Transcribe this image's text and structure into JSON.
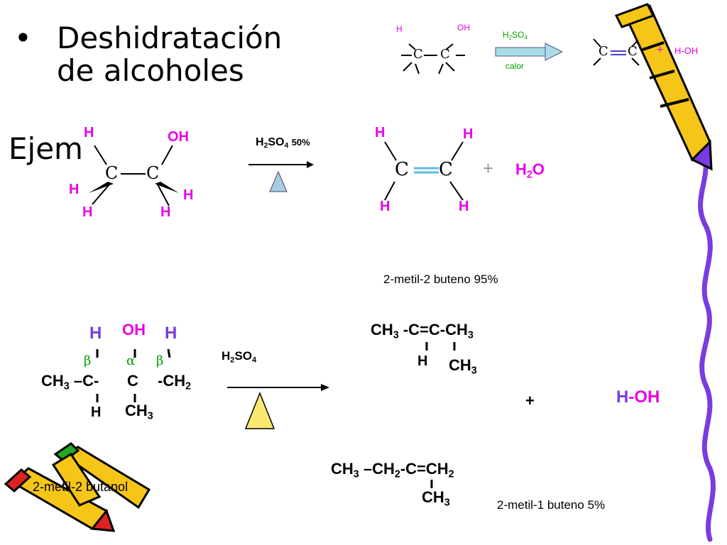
{
  "slide": {
    "bullet": "•",
    "title_line1": "Deshidratación",
    "title_line2": "de alcoholes",
    "ejemplo_partial": "Ejem"
  },
  "general_reaction": {
    "reactant_H": "H",
    "reactant_OH": "OH",
    "atom_C": "C",
    "reagent_prefix": "H",
    "reagent_sub1": "2",
    "reagent_mid": "SO",
    "reagent_sub2": "4",
    "condition": "calor",
    "plus": "+",
    "byproduct": "H-OH"
  },
  "ethanol_reaction": {
    "H": "H",
    "OH": "OH",
    "atom_C": "C",
    "reagent_H": "H",
    "reagent_sub2": "2",
    "reagent_SO": "SO",
    "reagent_sub4": "4",
    "reagent_conc": "50%",
    "plus": "+",
    "water_H": "H",
    "water_sub": "2",
    "water_O": "O"
  },
  "butanol_reaction": {
    "H_beta_left": "H",
    "OH_alpha": "OH",
    "H_beta_right": "H",
    "beta": "β",
    "alpha": "α",
    "chain_ch": "CH",
    "chain_sub3": "3",
    "chain_dash_c": "–C-",
    "chain_c": "C",
    "chain_ch2": "-CH",
    "chain_sub2": "2",
    "bottom_H": "H",
    "methyl_ch": "CH",
    "methyl_sub": "3",
    "reagent_H": "H",
    "reagent_sub2": "2",
    "reagent_SO": "SO",
    "reagent_sub4": "4",
    "reactant_name": "2-metil-2 butanol"
  },
  "products": {
    "major_name": "2-metil-2 buteno  95%",
    "major_ch3_a": "CH",
    "major_sub_a": "3",
    "major_mid": " -C=C-CH",
    "major_sub_b": "3",
    "major_H": "H",
    "major_methyl": "CH",
    "major_methyl_sub": "3",
    "plus": "+",
    "water_H": "H",
    "water_OH": "-OH",
    "minor_a": "CH",
    "minor_sub_a": "3",
    "minor_b": " –CH",
    "minor_sub_b": "2",
    "minor_c": "-C=CH",
    "minor_sub_c": "2",
    "minor_methyl": "CH",
    "minor_methyl_sub": "3",
    "minor_name": "2-metil-1 buteno 5%"
  },
  "colors": {
    "magenta": "#e800e8",
    "purple": "#7a3ce0",
    "green": "#00a000",
    "arrow_light": "#a8dde8",
    "triangle_blue": "#a8cce0",
    "triangle_yellow": "#f8e870",
    "pencil_yellow": "#f5c518"
  }
}
